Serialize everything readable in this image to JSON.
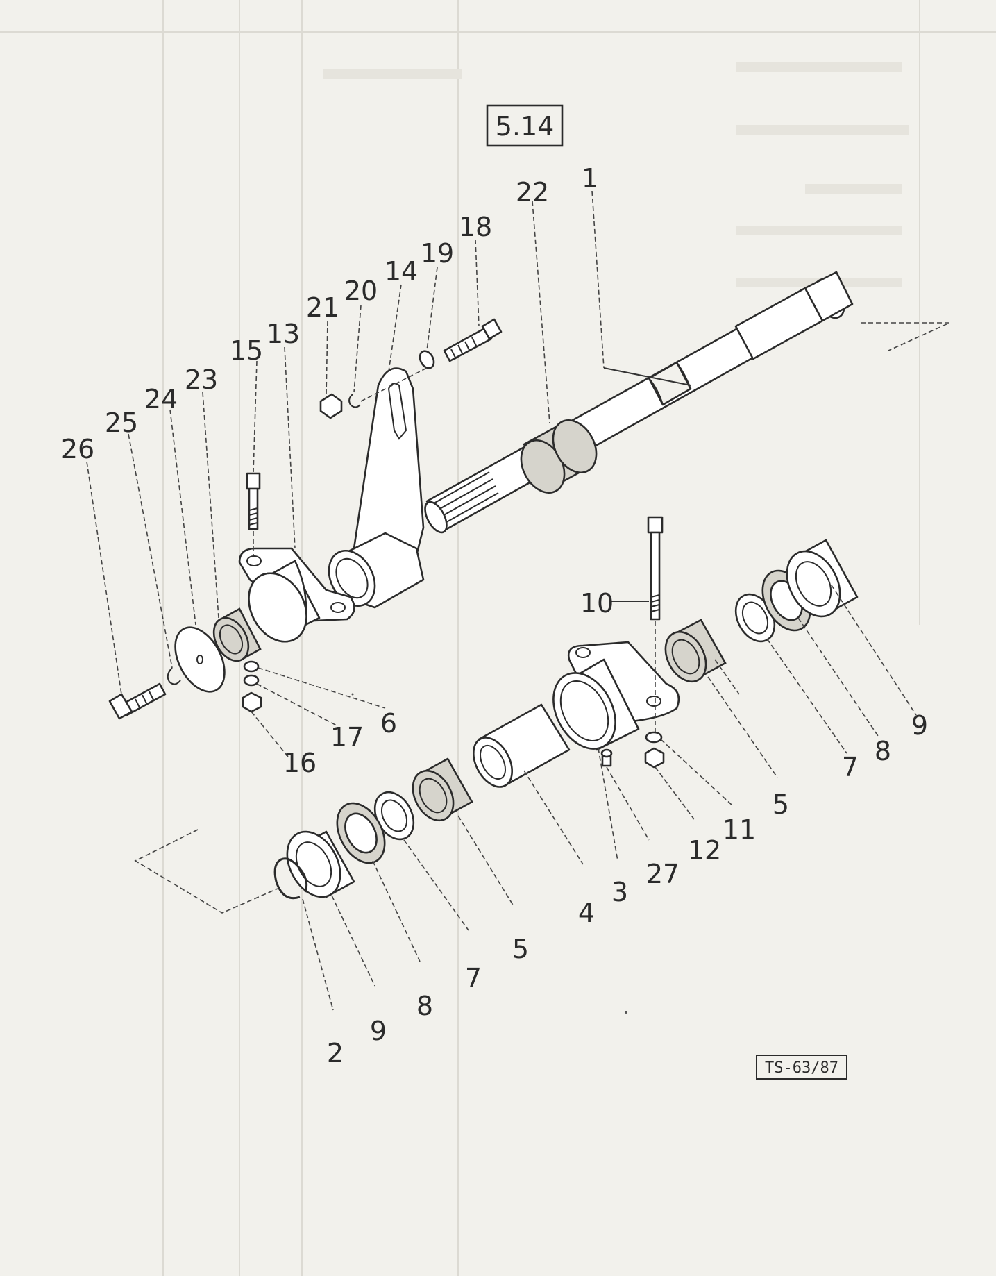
{
  "figure_number": "5.14",
  "drawing_reference": "TS-63/87",
  "callouts": [
    {
      "label": "1"
    },
    {
      "label": "22"
    },
    {
      "label": "18"
    },
    {
      "label": "19"
    },
    {
      "label": "14"
    },
    {
      "label": "20"
    },
    {
      "label": "21"
    },
    {
      "label": "13"
    },
    {
      "label": "15"
    },
    {
      "label": "23"
    },
    {
      "label": "24"
    },
    {
      "label": "25"
    },
    {
      "label": "26"
    },
    {
      "label": "10"
    },
    {
      "label": "6"
    },
    {
      "label": "17"
    },
    {
      "label": "16"
    },
    {
      "label": "9"
    },
    {
      "label": "8"
    },
    {
      "label": "7"
    },
    {
      "label": "5"
    },
    {
      "label": "11"
    },
    {
      "label": "12"
    },
    {
      "label": "27"
    },
    {
      "label": "3"
    },
    {
      "label": "4"
    },
    {
      "label": "5"
    },
    {
      "label": "7"
    },
    {
      "label": "8"
    },
    {
      "label": "9"
    },
    {
      "label": "2"
    }
  ]
}
